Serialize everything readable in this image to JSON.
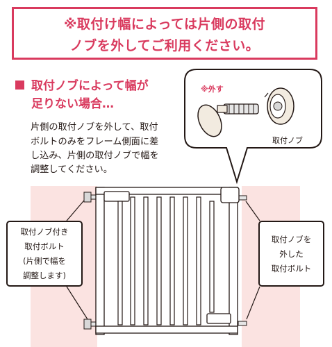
{
  "notice": {
    "line1": "※取付け幅によっては片側の取付",
    "line2": "ノブを外してご利用ください。"
  },
  "section": {
    "heading_line1": "取付ノブによって幅が",
    "heading_line2": "足りない場合…",
    "description": [
      "片側の取付ノブを外して、取付",
      "ボルトのみをフレーム側面に差",
      "し込み、片側の取付ノブで幅を",
      "調整してください。"
    ]
  },
  "illustration": {
    "remove_label": "※外す",
    "knob_label": "取付ノブ"
  },
  "callouts": {
    "left": [
      "取付ノブ付き",
      "取付ボルト",
      "(片側で幅を",
      "調整します)"
    ],
    "right": [
      "取付ノブを",
      "外した",
      "取付ボルト"
    ]
  },
  "colors": {
    "accent": "#d93a5e",
    "highlight_bg": "#fbe3e1",
    "text": "#231815"
  }
}
